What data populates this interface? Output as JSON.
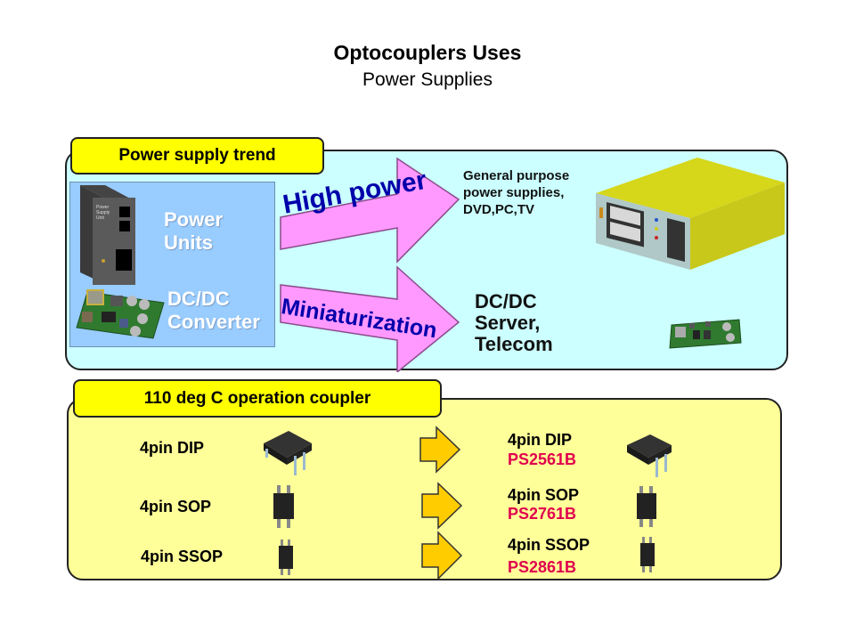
{
  "header": {
    "title": "Optocouplers Uses",
    "subtitle": "Power Supplies"
  },
  "trend_section": {
    "tab_label": "Power supply trend",
    "left": {
      "power_unit_device_label": "Power Supply Unit",
      "power_units_label_line1": "Power",
      "power_units_label_line2": "Units",
      "dcdc_label_line1": "DC/DC",
      "dcdc_label_line2": "Converter"
    },
    "arrows": [
      {
        "label": "High power",
        "color": "#ff99ff",
        "text_color": "#0000aa"
      },
      {
        "label": "Miniaturization",
        "color": "#ff99ff",
        "text_color": "#0000aa"
      }
    ],
    "targets": {
      "general_line1": "General purpose",
      "general_line2": "power supplies,",
      "general_line3": "DVD,PC,TV",
      "dcdc_line1": "DC/DC",
      "dcdc_line2": "Server,",
      "dcdc_line3": "Telecom"
    }
  },
  "coupler_section": {
    "tab_label": "110 deg C operation coupler",
    "rows": [
      {
        "from_package": "4pin DIP",
        "to_package": "4pin DIP",
        "part_number": "PS2561B",
        "icon": "dip-package-icon"
      },
      {
        "from_package": "4pin SOP",
        "to_package": "4pin SOP",
        "part_number": "PS2761B",
        "icon": "sop-package-icon"
      },
      {
        "from_package": "4pin SSOP",
        "to_package": "4pin SSOP",
        "part_number": "PS2861B",
        "icon": "ssop-package-icon"
      }
    ]
  },
  "colors": {
    "tab_yellow": "#ffff00",
    "top_panel": "#ccffff",
    "bottom_panel": "#ffff99",
    "left_box": "#99ccff",
    "arrow_pink": "#ff99ff",
    "arrow_orange": "#ffcc00",
    "part_red": "#e0004d"
  }
}
